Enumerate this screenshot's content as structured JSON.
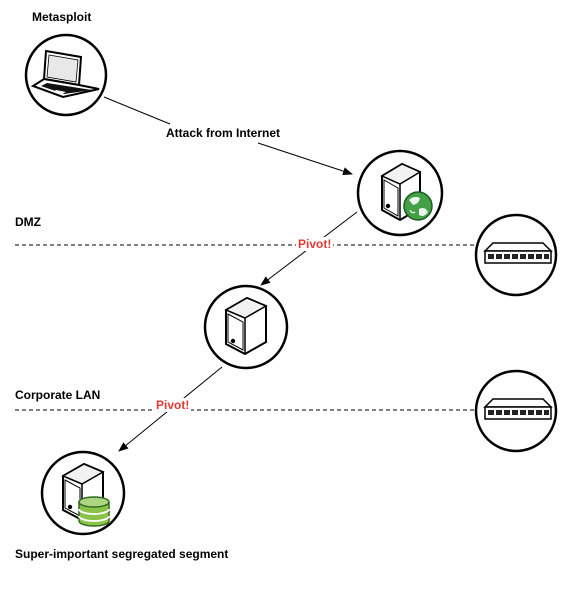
{
  "labels": {
    "metasploit": "Metasploit",
    "attack": "Attack from Internet",
    "dmz": "DMZ",
    "pivot_1": "Pivot!",
    "corporate_lan": "Corporate LAN",
    "pivot_2": "Pivot!",
    "segment": "Super-important segregated segment"
  },
  "colors": {
    "pivot": "#e53935",
    "globe": "#43a047",
    "database": "#8bc34a",
    "stroke": "#000000",
    "divider": "#000000"
  },
  "icons": {
    "attacker": "laptop-icon",
    "dmz_host": "server-globe-icon",
    "lan_host": "server-icon",
    "segment_host": "server-database-icon",
    "dmz_switch": "network-switch-icon",
    "lan_switch": "network-switch-icon"
  }
}
